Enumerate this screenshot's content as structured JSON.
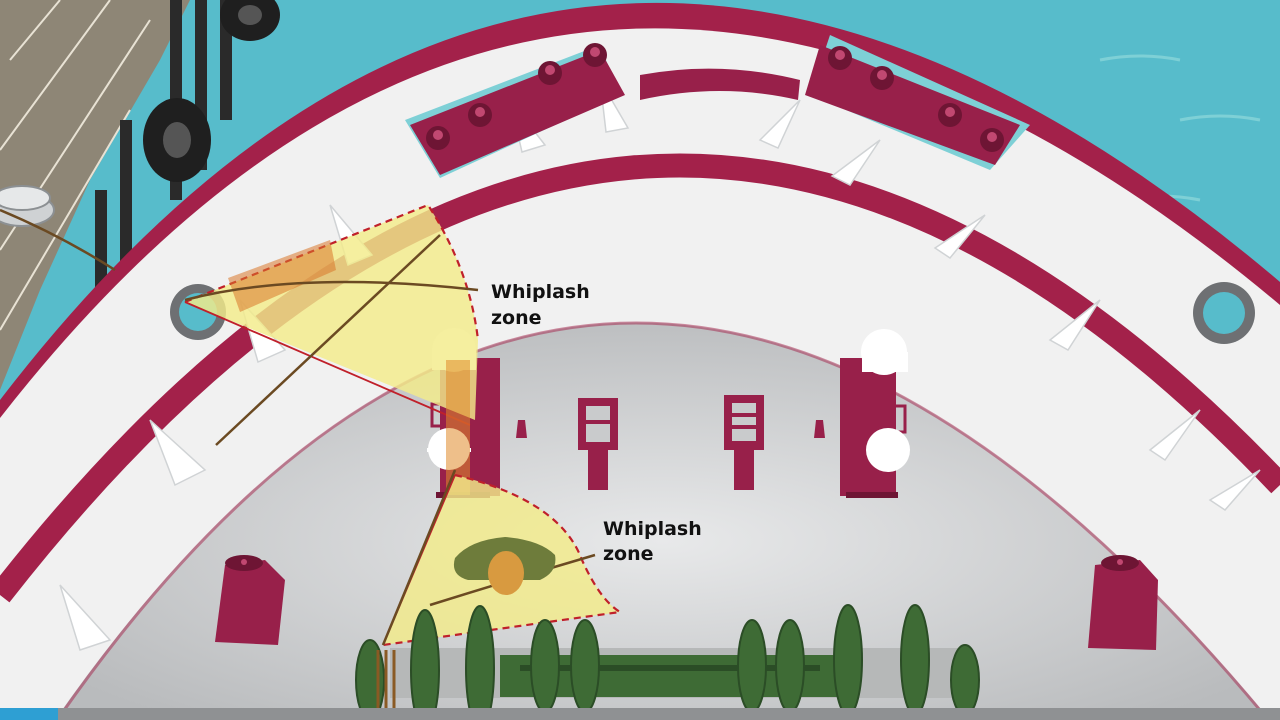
{
  "labels": {
    "upper_zone": [
      "Whiplash",
      "zone"
    ],
    "lower_zone": [
      "Whiplash",
      "zone"
    ]
  },
  "colors": {
    "sea": "#57bccb",
    "sea_light": "#7ed0d6",
    "deck": "#c9cbcc",
    "bulwark": "#f1f1f1",
    "stripe": "#a3214a",
    "fitting": "#98204a",
    "fitting_dark": "#6e1534",
    "bollard_cap": "#ffffff",
    "zone_fill": "#f3ec8a",
    "zone_edge": "#c0202a",
    "winch": "#3e6b35",
    "winch_dark": "#2b4d26",
    "winch_axle": "#b6b8b8",
    "pier": "#8e8676",
    "fender": "#2a2a2a",
    "rope": "#6b4a22",
    "crew_body": "#6e7c3b",
    "crew_head": "#d89a40"
  },
  "icons": {
    "crew_member": "crew-member-icon",
    "bollard": "bollard-icon",
    "fairlead": "fairlead-icon",
    "winch": "mooring-winch-icon"
  }
}
